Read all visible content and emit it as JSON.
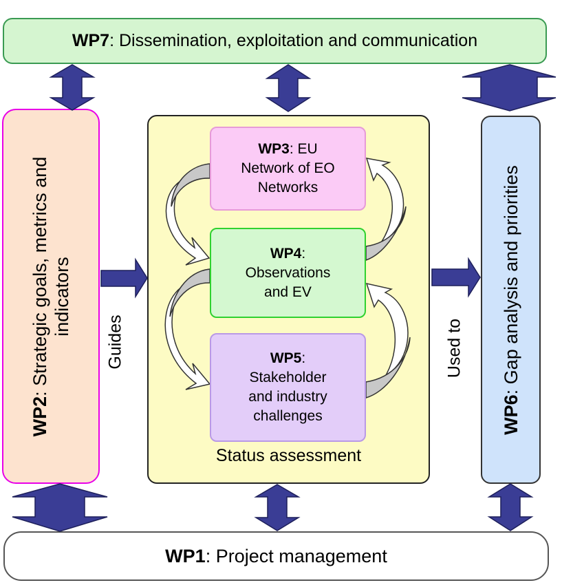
{
  "wp7": {
    "id": "WP7",
    "text": ": Dissemination, exploitation and communication"
  },
  "wp1": {
    "id": "WP1",
    "text": ": Project management"
  },
  "wp2": {
    "id": "WP2",
    "text": ": Strategic goals, metrics and",
    "line2": "indicators"
  },
  "wp6": {
    "id": "WP6",
    "text": ": Gap analysis and priorities"
  },
  "wp3": {
    "id": "WP3",
    "line1": ": EU",
    "line2": "Network of EO",
    "line3": "Networks"
  },
  "wp4": {
    "id": "WP4",
    "line1": ":",
    "line2": "Observations",
    "line3": "and EV"
  },
  "wp5": {
    "id": "WP5",
    "line1": ":",
    "line2": "Stakeholder",
    "line3": "and industry",
    "line4": "challenges"
  },
  "status": {
    "label": "Status assessment"
  },
  "labels": {
    "guides": "Guides",
    "used_to": "Used to"
  },
  "colors": {
    "arrow_fill": "#3a3d95",
    "arrow_stroke": "#1d1f5a",
    "curved_arrow_gray": "#c8c8c8"
  }
}
